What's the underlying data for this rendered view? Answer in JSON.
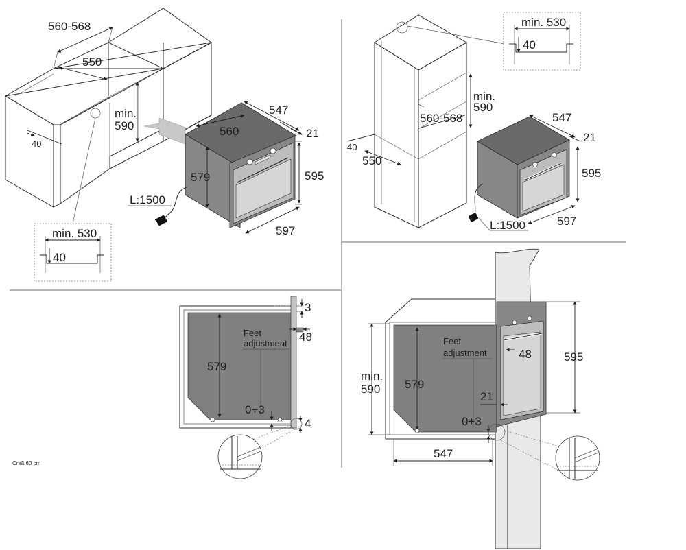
{
  "dimensions": {
    "tl_cab_width": "560-568",
    "tl_cab_depth": "550",
    "tl_min590": "min.\n590",
    "tl_40": "40",
    "tl_547": "547",
    "tl_560": "560",
    "tl_21": "21",
    "tl_579": "579",
    "tl_595": "595",
    "tl_597": "597",
    "tl_cable": "L:1500",
    "tl_inset_min530": "min. 530",
    "tl_inset_40": "40",
    "tr_inset_min530": "min. 530",
    "tr_inset_40": "40",
    "tr_min590": "min.\n590",
    "tr_cab_width": "560-568",
    "tr_40": "40",
    "tr_550": "550",
    "tr_547": "547",
    "tr_21": "21",
    "tr_595": "595",
    "tr_597": "597",
    "tr_cable": "L:1500",
    "bl_3": "3",
    "bl_48": "48",
    "bl_579": "579",
    "bl_feet": "Feet\nadjustment",
    "bl_03": "0+3",
    "bl_4": "4",
    "br_min590": "min.\n590",
    "br_579": "579",
    "br_feet": "Feet\nadjustment",
    "br_48": "48",
    "br_595": "595",
    "br_21": "21",
    "br_03": "0+3",
    "br_547": "547"
  },
  "footer": {
    "model_label": "Craft 60 cm"
  }
}
